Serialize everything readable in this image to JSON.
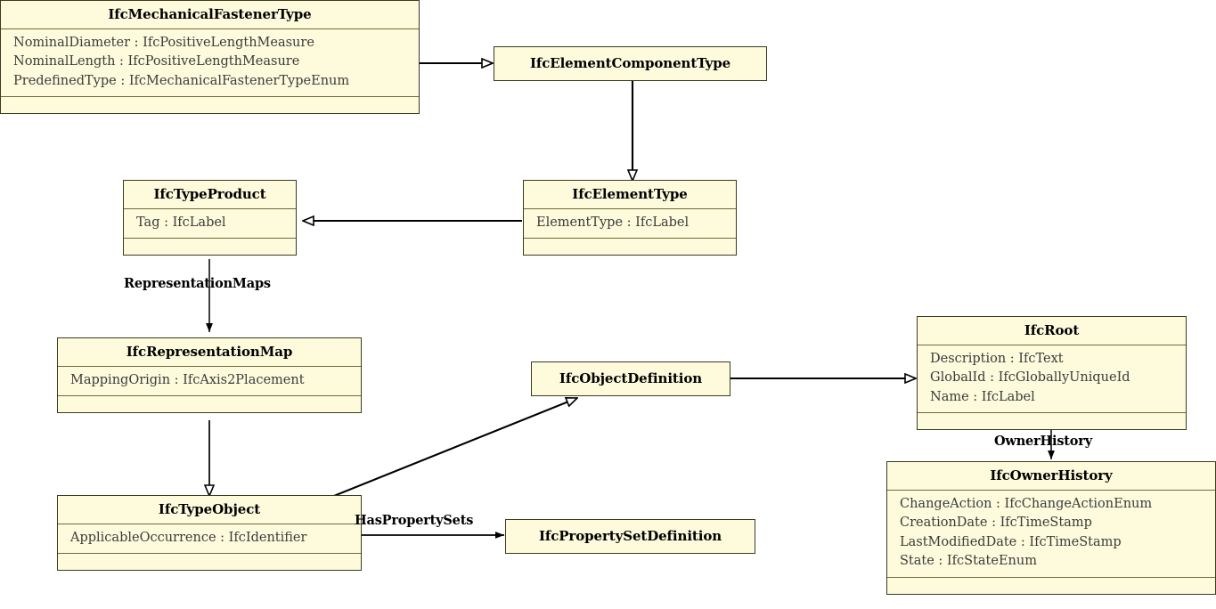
{
  "diagram": {
    "kind": "uml-class-diagram",
    "title": "IFC IfcMechanicalFastenerType inheritance diagram",
    "palette": {
      "class_fill": "#fdfbdc",
      "class_border": "#3a3a20",
      "compartment_rule": "#6b6b3a",
      "edge": "#000000",
      "background": "#ffffff",
      "title_text": "#000000",
      "attribute_text": "#3b3b3b"
    }
  },
  "classes": [
    {
      "id": "IfcMechanicalFastenerType",
      "name": "IfcMechanicalFastenerType",
      "attributes": [
        "NominalDiameter : IfcPositiveLengthMeasure",
        "NominalLength : IfcPositiveLengthMeasure",
        "PredefinedType : IfcMechanicalFastenerTypeEnum"
      ],
      "has_empty_compartment": true
    },
    {
      "id": "IfcElementComponentType",
      "name": "IfcElementComponentType",
      "attributes": [],
      "has_empty_compartment": false
    },
    {
      "id": "IfcTypeProduct",
      "name": "IfcTypeProduct",
      "attributes": [
        "Tag : IfcLabel"
      ],
      "has_empty_compartment": true
    },
    {
      "id": "IfcElementType",
      "name": "IfcElementType",
      "attributes": [
        "ElementType : IfcLabel"
      ],
      "has_empty_compartment": true
    },
    {
      "id": "IfcRepresentationMap",
      "name": "IfcRepresentationMap",
      "attributes": [
        "MappingOrigin : IfcAxis2Placement"
      ],
      "has_empty_compartment": true
    },
    {
      "id": "IfcObjectDefinition",
      "name": "IfcObjectDefinition",
      "attributes": [],
      "has_empty_compartment": false
    },
    {
      "id": "IfcRoot",
      "name": "IfcRoot",
      "attributes": [
        "Description : IfcText",
        "GlobalId : IfcGloballyUniqueId",
        "Name : IfcLabel"
      ],
      "has_empty_compartment": true
    },
    {
      "id": "IfcOwnerHistory",
      "name": "IfcOwnerHistory",
      "attributes": [
        "ChangeAction : IfcChangeActionEnum",
        "CreationDate : IfcTimeStamp",
        "LastModifiedDate : IfcTimeStamp",
        "State : IfcStateEnum"
      ],
      "has_empty_compartment": true
    },
    {
      "id": "IfcTypeObject",
      "name": "IfcTypeObject",
      "attributes": [
        "ApplicableOccurrence : IfcIdentifier"
      ],
      "has_empty_compartment": true
    },
    {
      "id": "IfcPropertySetDefinition",
      "name": "IfcPropertySetDefinition",
      "attributes": [],
      "has_empty_compartment": false
    }
  ],
  "relationships": [
    {
      "id": "rel-mft-ect",
      "from": "IfcMechanicalFastenerType",
      "to": "IfcElementComponentType",
      "type": "generalization",
      "label": ""
    },
    {
      "id": "rel-ect-et",
      "from": "IfcElementComponentType",
      "to": "IfcElementType",
      "type": "generalization",
      "label": ""
    },
    {
      "id": "rel-et-tp",
      "from": "IfcElementType",
      "to": "IfcTypeProduct",
      "type": "generalization",
      "label": ""
    },
    {
      "id": "rel-tp-rm",
      "from": "IfcTypeProduct",
      "to": "IfcRepresentationMap",
      "type": "association",
      "label": "RepresentationMaps"
    },
    {
      "id": "rel-rm-to",
      "from": "IfcRepresentationMap",
      "to": "IfcTypeObject",
      "type": "generalization",
      "label": ""
    },
    {
      "id": "rel-to-od",
      "from": "IfcTypeObject",
      "to": "IfcObjectDefinition",
      "type": "generalization",
      "label": ""
    },
    {
      "id": "rel-od-root",
      "from": "IfcObjectDefinition",
      "to": "IfcRoot",
      "type": "generalization",
      "label": ""
    },
    {
      "id": "rel-root-oh",
      "from": "IfcRoot",
      "to": "IfcOwnerHistory",
      "type": "association",
      "label": "OwnerHistory"
    },
    {
      "id": "rel-to-psd",
      "from": "IfcTypeObject",
      "to": "IfcPropertySetDefinition",
      "type": "association",
      "label": "HasPropertySets"
    }
  ],
  "edge_labels": {
    "representation_maps": "RepresentationMaps",
    "owner_history": "OwnerHistory",
    "has_property_sets": "HasPropertySets"
  }
}
